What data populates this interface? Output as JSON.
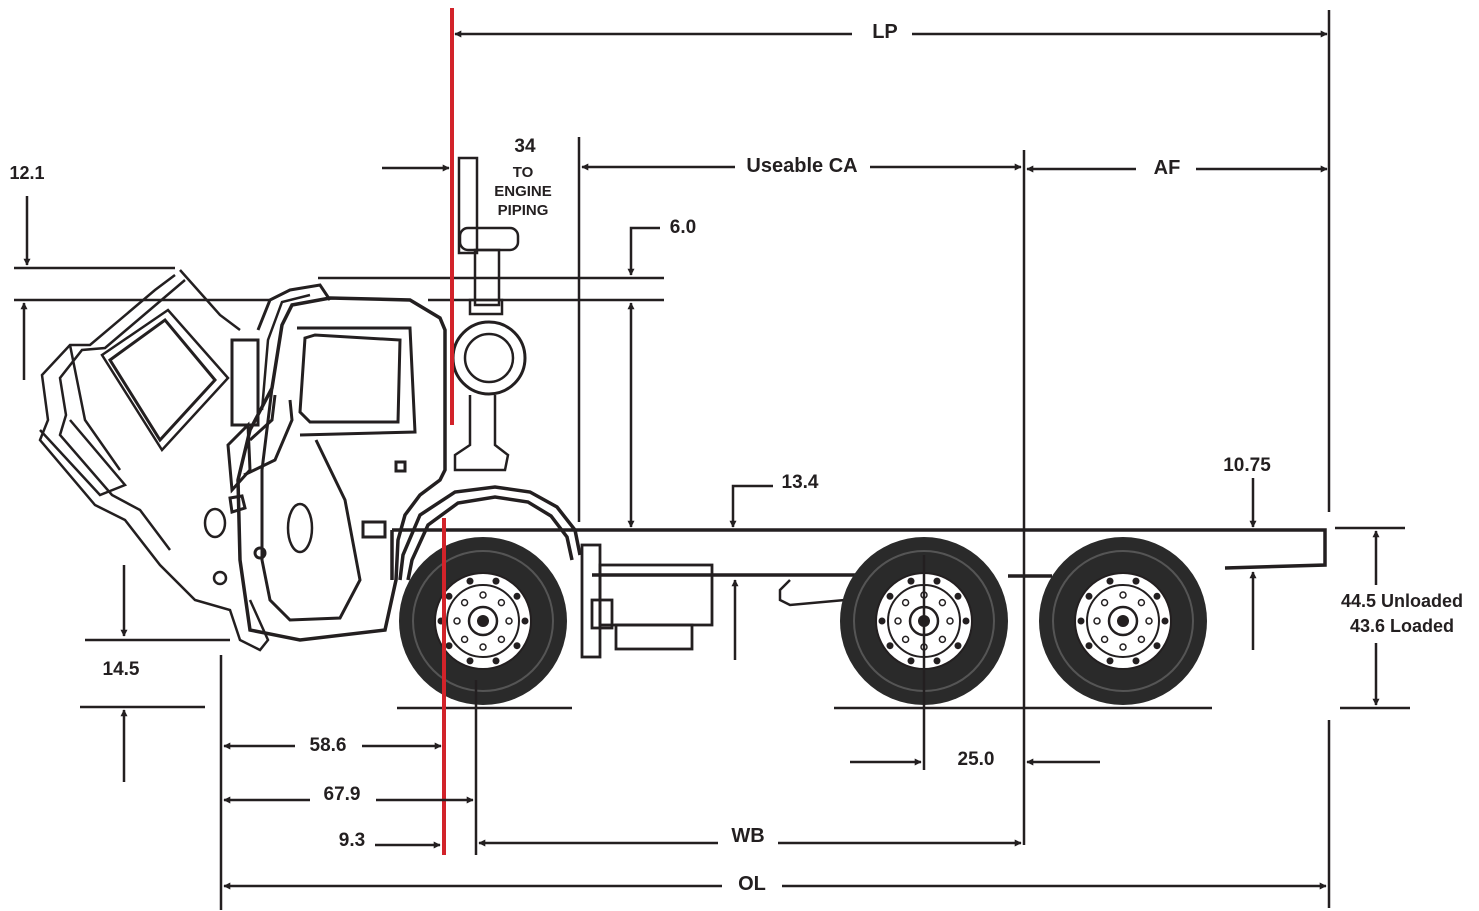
{
  "colors": {
    "ink": "#231f20",
    "red_reference_line": "#d2232a",
    "tire": "#2a2a2a",
    "tire_highlight": "#555555",
    "background": "#ffffff"
  },
  "dimensions": {
    "lp": "LP",
    "useable_ca": "Useable CA",
    "af": "AF",
    "wb": "WB",
    "ol": "OL",
    "cab_tilt_top": "12.1",
    "engine_piping_value": "34",
    "engine_piping_to": "TO",
    "engine_piping_engine": "ENGINE",
    "engine_piping_piping": "PIPING",
    "exhaust_height": "6.0",
    "frame_height_front": "13.4",
    "frame_height_rear": "10.75",
    "frame_unloaded": "44.5 Unloaded",
    "frame_loaded": "43.6 Loaded",
    "bumper_ground": "14.5",
    "bumper_to_ref": "58.6",
    "bumper_to_front_axle": "67.9",
    "ref_to_front_axle": "9.3",
    "tandem_spacing": "25.0"
  }
}
